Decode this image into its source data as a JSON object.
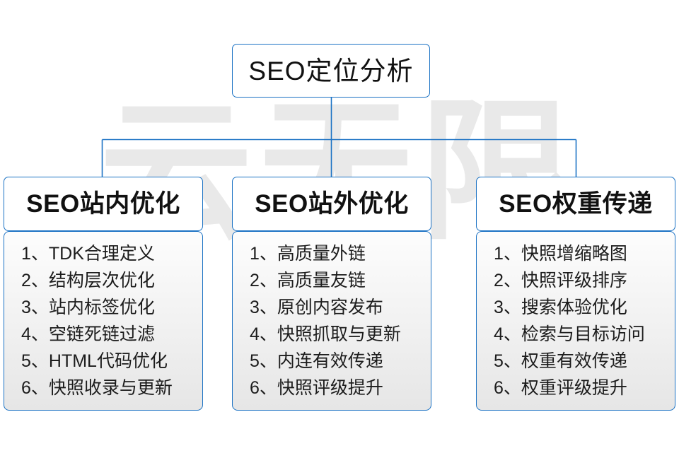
{
  "watermark": {
    "text": "云无限"
  },
  "diagram": {
    "type": "org-chart",
    "root": {
      "label": "SEO定位分析"
    },
    "columns": [
      {
        "header": "SEO站内优化",
        "items": [
          "1、TDK合理定义",
          "2、结构层次优化",
          "3、站内标签优化",
          "4、空链死链过滤",
          "5、HTML代码优化",
          "6、快照收录与更新"
        ]
      },
      {
        "header": "SEO站外优化",
        "items": [
          "1、高质量外链",
          "2、高质量友链",
          "3、原创内容发布",
          "4、快照抓取与更新",
          "5、内连有效传递",
          "6、快照评级提升"
        ]
      },
      {
        "header": "SEO权重传递",
        "items": [
          "1、快照增缩略图",
          "2、快照评级排序",
          "3、搜索体验优化",
          "4、检索与目标访问",
          "5、权重有效传递",
          "6、权重评级提升"
        ]
      }
    ],
    "colors": {
      "border": "#1b72c4",
      "text": "#111111",
      "background": "#ffffff",
      "watermark": "#e9e9e9"
    }
  }
}
